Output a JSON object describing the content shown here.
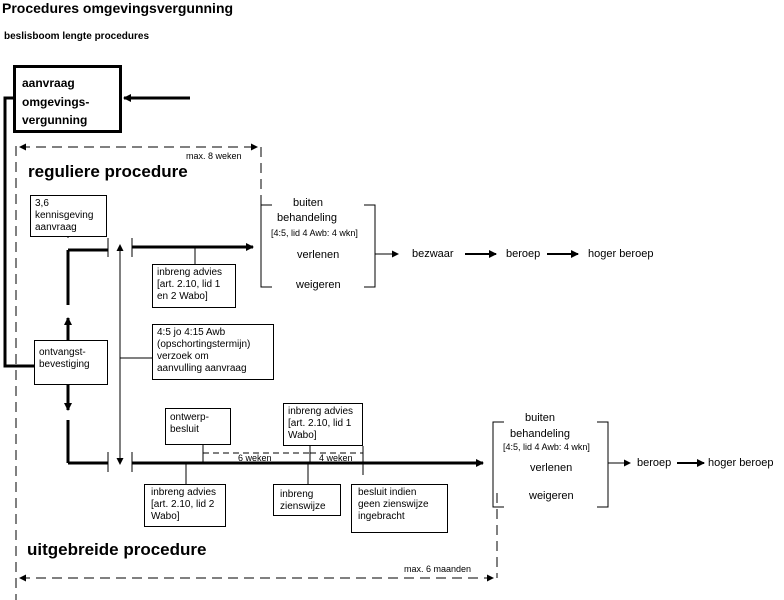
{
  "title": "Procedures omgevingsvergunning",
  "subtitle": "beslisboom lengte procedures",
  "start_box": {
    "lines": [
      "aanvraag",
      "omgevings-",
      "vergunning"
    ]
  },
  "regular": {
    "heading": "reguliere procedure",
    "max_label": "max. 8 weken",
    "notice_box": [
      "3,6",
      "kennisgeving",
      "aanvraag"
    ],
    "advice_box": [
      "inbreng advies",
      "[art. 2.10, lid 1",
      "en 2 Wabo]"
    ],
    "suspension_box": [
      "4:5 jo 4:15 Awb",
      "(opschortingstermijn)",
      "verzoek om",
      "aanvulling aanvraag"
    ],
    "decision": {
      "line1": "buiten",
      "line2": "behandeling",
      "line3": "[4:5, lid 4 Awb: 4 wkn]",
      "grant": "verlenen",
      "refuse": "weigeren"
    },
    "appeal_chain": [
      "bezwaar",
      "beroep",
      "hoger beroep"
    ]
  },
  "receipt_box": [
    "ontvangst-",
    "bevestiging"
  ],
  "extended": {
    "heading": "uitgebreide procedure",
    "max_label": "max. 6 maanden",
    "draft_box": [
      "ontwerp-",
      "besluit"
    ],
    "advice_box_top": [
      "inbreng advies",
      "[art. 2.10, lid 1",
      "Wabo]"
    ],
    "weeks6": "6 weken",
    "weeks4": "4 weken",
    "advice_box_bottom": [
      "inbreng advies",
      "[art. 2.10, lid 2",
      "Wabo]"
    ],
    "view_box": [
      "inbreng",
      "zienswijze"
    ],
    "final_box": [
      "besluit indien",
      "geen zienswijze",
      "ingebracht"
    ],
    "decision": {
      "line1": "buiten",
      "line2": "behandeling",
      "line3": "[4:5, lid 4 Awb: 4 wkn]",
      "grant": "verlenen",
      "refuse": "weigeren"
    },
    "appeal_chain": [
      "beroep",
      "hoger beroep"
    ]
  }
}
